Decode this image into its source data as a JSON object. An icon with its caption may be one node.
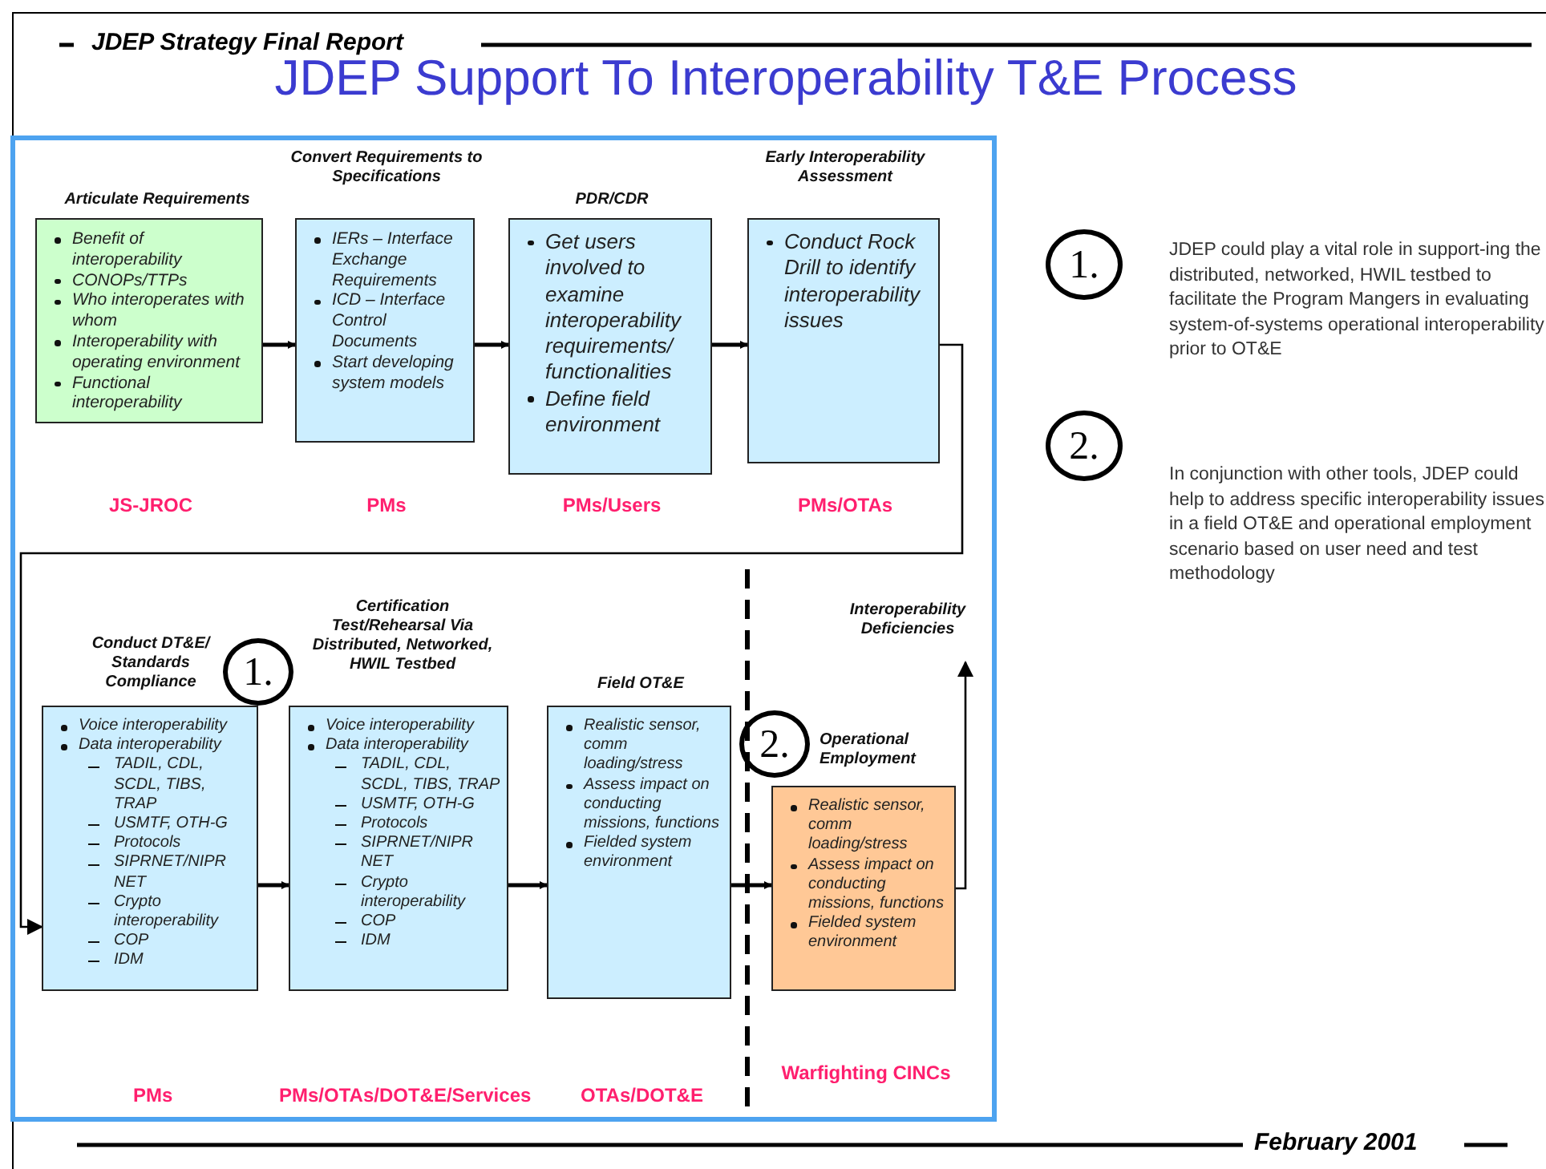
{
  "diagram": {
    "title": "JDEP Support To Interoperability T&E Process",
    "nodes": [
      {
        "text": [
          "Articulate Requirements",
          "Benefit of interoperability",
          "CONOPs/TTPs",
          "Who interoperates with whom",
          "Interoperability with operating environment",
          "Functional interoperability"
        ],
        "beside": [
          "JS-JROC"
        ]
      },
      {
        "text": [
          "Convert Requirements to Specifications",
          "IERs – Interface Exchange Requirements",
          "ICD – Interface Control Documents",
          "Start developing system models"
        ],
        "beside": [
          "PMs"
        ]
      },
      {
        "text": [
          "PDR/CDR",
          "Get users involved to examine interoperability requirements/ functionalities",
          "Define field environment"
        ],
        "beside": [
          "PMs/Users"
        ]
      },
      {
        "text": [
          "Early Interoperability Assessment",
          "Conduct Rock Drill to identify interoperability issues"
        ],
        "beside": [
          "PMs/OTAs"
        ]
      },
      {
        "text": [
          "Conduct DT&E/ Standards Compliance",
          "Voice interoperability",
          "Data interoperability",
          "TADIL, CDL, SCDL, TIBS, TRAP",
          "USMTF, OTH-G",
          "Protocols",
          "SIPRNET/NIPR NET",
          "Crypto interoperability",
          "COP",
          "IDM"
        ]
      },
      {
        "text": [
          "1."
        ]
      },
      {
        "text": [
          "Certification Test/Rehearsal Via Distributed, Networked, HWIL Testbed",
          "Voice interoperability",
          "Data interoperability",
          "TADIL, CDL, SCDL, TIBS, TRAP",
          "USMTF, OTH-G",
          "Protocols",
          "SIPRNET/NIPR NET",
          "Crypto interoperability",
          "COP",
          "IDM"
        ]
      },
      {
        "text": [
          "Field OT&E",
          "Realistic sensor, comm loading/stress",
          "Assess impact on conducting missions, functions",
          "Fielded system environment"
        ]
      },
      {
        "text": [
          "2."
        ]
      },
      {
        "text": [
          "Operational Employment",
          "Realistic sensor, comm loading/stress",
          "Assess impact on conducting missions, functions",
          "Fielded system environment"
        ],
        "beside": [
          "Warfighting CINCs"
        ]
      },
      {
        "text": [
          "Interoperability Deficiencies"
        ]
      },
      {
        "text": [
          "1."
        ],
        "beside": [
          "JDEP could play a vital role in support-ing the distributed, networked, HWIL testbed to facilitate the Program Mangers in evaluating system-of-systems operational interoperability prior to OT&E"
        ]
      },
      {
        "text": [
          "2."
        ],
        "beside": [
          "In conjunction with other tools, JDEP could help to address specific interoperability issues in a field OT&E and operational employment scenario based on user need and test methodology"
        ]
      }
    ],
    "edges": [
      {
        "from": 0,
        "to": 1,
        "arrow": "to"
      },
      {
        "from": 1,
        "to": 2,
        "arrow": "to"
      },
      {
        "from": 2,
        "to": 3,
        "arrow": "to"
      },
      {
        "from": 3,
        "to": 4,
        "arrow": "to"
      },
      {
        "from": 4,
        "to": 6,
        "arrow": "to"
      },
      {
        "from": 6,
        "to": 7,
        "arrow": "to"
      },
      {
        "from": 7,
        "to": 9,
        "arrow": "to"
      },
      {
        "from": 9,
        "to": 10,
        "arrow": "to"
      }
    ],
    "labels": [
      "JDEP Strategy Final Report",
      "PMs",
      "PMs/OTAs/DOT&E/Services",
      "OTAs/DOT&E",
      "February 2001"
    ]
  }
}
